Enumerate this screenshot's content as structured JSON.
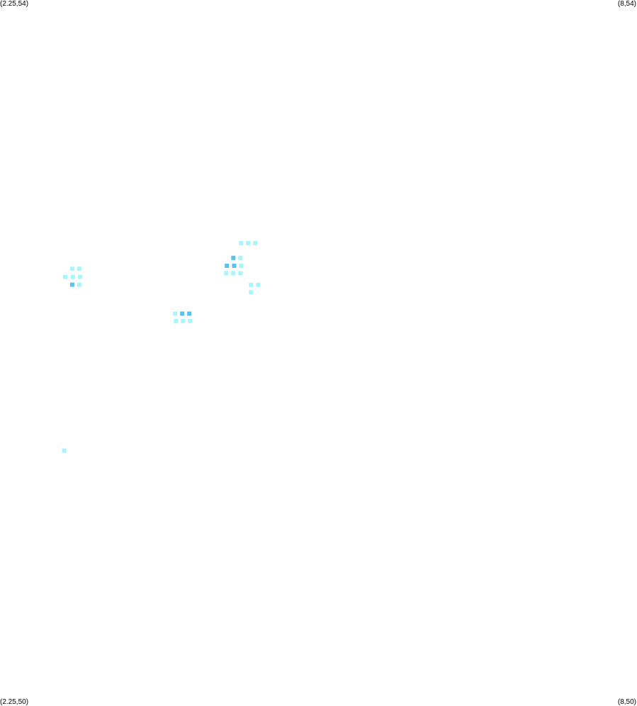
{
  "corners": {
    "top_left": "(2.25,54)",
    "top_right": "(8,54)",
    "bottom_left": "(2.25,50)",
    "bottom_right": "(8,50)"
  },
  "chart_data": {
    "type": "heatmap",
    "title": "",
    "xlabel": "",
    "ylabel": "",
    "xlim": [
      2.25,
      8
    ],
    "ylim": [
      50,
      54
    ],
    "grid": false,
    "legend": "none",
    "colors": {
      "low": "#a9f5fb",
      "high": "#55c3ee"
    },
    "cells": [
      {
        "x": 2.83,
        "y": 51.447,
        "level": "low"
      },
      {
        "x": 2.838,
        "y": 52.431,
        "level": "low"
      },
      {
        "x": 2.902,
        "y": 52.387,
        "level": "high"
      },
      {
        "x": 2.908,
        "y": 52.431,
        "level": "low"
      },
      {
        "x": 2.902,
        "y": 52.477,
        "level": "low"
      },
      {
        "x": 2.966,
        "y": 52.387,
        "level": "low"
      },
      {
        "x": 2.973,
        "y": 52.431,
        "level": "low"
      },
      {
        "x": 2.966,
        "y": 52.477,
        "level": "low"
      },
      {
        "x": 3.838,
        "y": 52.181,
        "level": "low"
      },
      {
        "x": 3.831,
        "y": 52.223,
        "level": "low"
      },
      {
        "x": 3.902,
        "y": 52.181,
        "level": "low"
      },
      {
        "x": 3.895,
        "y": 52.223,
        "level": "high"
      },
      {
        "x": 3.966,
        "y": 52.181,
        "level": "low"
      },
      {
        "x": 3.959,
        "y": 52.223,
        "level": "high"
      },
      {
        "x": 4.292,
        "y": 52.452,
        "level": "low"
      },
      {
        "x": 4.298,
        "y": 52.494,
        "level": "high"
      },
      {
        "x": 4.356,
        "y": 52.452,
        "level": "low"
      },
      {
        "x": 4.364,
        "y": 52.494,
        "level": "high"
      },
      {
        "x": 4.356,
        "y": 52.539,
        "level": "high"
      },
      {
        "x": 4.42,
        "y": 52.452,
        "level": "low"
      },
      {
        "x": 4.428,
        "y": 52.494,
        "level": "low"
      },
      {
        "x": 4.42,
        "y": 52.539,
        "level": "low"
      },
      {
        "x": 4.426,
        "y": 52.623,
        "level": "low"
      },
      {
        "x": 4.49,
        "y": 52.623,
        "level": "low"
      },
      {
        "x": 4.554,
        "y": 52.623,
        "level": "low"
      },
      {
        "x": 4.516,
        "y": 52.344,
        "level": "low"
      },
      {
        "x": 4.516,
        "y": 52.386,
        "level": "low"
      },
      {
        "x": 4.58,
        "y": 52.386,
        "level": "low"
      }
    ]
  }
}
